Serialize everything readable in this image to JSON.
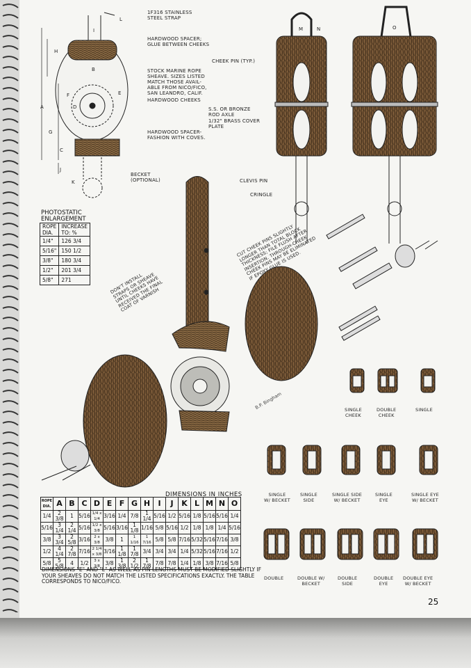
{
  "labels": {
    "strap": "1F316 STAINLESS\nSTEEL STRAP",
    "spacer_top": "HARDWOOD SPACER;\nGLUE BETWEEN CHEEKS",
    "sheave": "STOCK MARINE ROPE\nSHEAVE. SIZES LISTED\nMATCH THOSE AVAIL-\nABLE FROM NICO/FICO,\nSAN LEANDRO, CALIF.",
    "cheeks": "HARDWOOD CHEEKS",
    "spacer_bottom": "HARDWOOD SPACER-\nFASHION WITH COVES.",
    "becket": "BECKET\n(OPTIONAL)",
    "cheek_pin": "CHEEK PIN (TYP.)",
    "axle": "S.S. OR BRONZE\nROD AXLE",
    "cover_plate": "1/32\" BRASS COVER\nPLATE",
    "clevis": "CLEVIS PIN",
    "cringle": "CRINGLE",
    "dont_install": "DON'T INSTALL\nSTRAPS OR SHEAVE\nUNTIL CHEEKS HAVE\nRECEIVED THE FINAL\nCOAT OF VARNISH",
    "cut_pins": "CUT CHEEK PINS SLIGHTLY\nLONGER THAN TOTAL BLOCK\nTHICKNESS; FILE FLUSH AFTER\nINSERTION. THROUGH-CHEEK\nCHEEK PINS MAY BE ELIMINATED\nIF EPOXY GLUE IS USED.",
    "signature": "B.P. Bingham"
  },
  "dims": {
    "I": "I",
    "L": "L",
    "M": "M",
    "N": "N",
    "O": "O",
    "H": "H",
    "A": "A",
    "B": "B",
    "E": "E",
    "F": "F",
    "D": "D",
    "G": "G",
    "C": "C",
    "J": "J",
    "K": "K"
  },
  "photostat": {
    "title": "PHOTOSTATIC\nENLARGEMENT",
    "headers": [
      "ROPE\nDIA.",
      "INCREASE\nTO: %"
    ],
    "rows": [
      [
        "1/4\"",
        "126 3/4"
      ],
      [
        "5/16\"",
        "150 1/2"
      ],
      [
        "3/8\"",
        "180 3/4"
      ],
      [
        "1/2\"",
        "201 3/4"
      ],
      [
        "5/8\"",
        "271"
      ]
    ]
  },
  "dimensions": {
    "title": "DIMENSIONS IN INCHES",
    "headers": [
      "ROPE DIA.",
      "A",
      "B",
      "C",
      "D",
      "E",
      "F",
      "G",
      "H",
      "I",
      "J",
      "K",
      "L",
      "M",
      "N",
      "O"
    ],
    "rows": [
      [
        "1/4",
        "2 3/8",
        "1",
        "5/16",
        "1/4 x 1/4",
        "3/16",
        "1/4",
        "7/8",
        "1 1/4",
        "5/16",
        "1/2",
        "5/16",
        "1/8",
        "5/16",
        "5/16",
        "1/4"
      ],
      [
        "5/16",
        "3 1/4",
        "2 1/4",
        "5/16",
        "1/2 x 3/8",
        "5/16",
        "3/16",
        "1 1/8",
        "1/16",
        "5/8",
        "5/16",
        "1/2",
        "1/8",
        "1/8",
        "1/4",
        "5/16"
      ],
      [
        "3/8",
        "3 3/4",
        "2 5/8",
        "3/16",
        "2 x 3/8",
        "3/8",
        "1",
        "1 1/16",
        "1 7/16",
        "5/8",
        "5/8",
        "7/16",
        "5/32",
        "5/16",
        "7/16",
        "3/8"
      ],
      [
        "1/2",
        "4 1/4",
        "2 7/8",
        "7/16",
        "2 1/4 x 3/8",
        "3/16",
        "1 1/8",
        "1 7/8",
        "3/4",
        "3/4",
        "3/4",
        "1/4",
        "5/32",
        "5/16",
        "7/16",
        "1/2"
      ],
      [
        "5/8",
        "5 5/8",
        "4",
        "1/2",
        "3 x 3/8",
        "3/8",
        "1 3/8",
        "2 1/2",
        "1 7/8",
        "7/8",
        "7/8",
        "1/4",
        "1/8",
        "3/8",
        "7/16",
        "5/8"
      ]
    ]
  },
  "note": "DIMENSIONS \"E\" AND \"L\" AS WELL AS PIN LENGTHS MUST BE MODIFIED SLIGHTLY IF YOUR SHEAVES DO NOT MATCH THE LISTED SPECIFICATIONS EXACTLY. THE TABLE CORRESPONDS TO NICO/FICO.",
  "variants_top": [
    "SINGLE\nCHEEK",
    "DOUBLE\nCHEEK",
    "SINGLE"
  ],
  "variants_mid": [
    "SINGLE\nW/ BECKET",
    "SINGLE\nSIDE",
    "SINGLE SIDE\nW/ BECKET",
    "SINGLE\nEYE",
    "SINGLE EYE\nW/ BECKET"
  ],
  "variants_bot": [
    "DOUBLE",
    "DOUBLE W/\nBECKET",
    "DOUBLE\nSIDE",
    "DOUBLE\nEYE",
    "DOUBLE EYE\nW/ BECKET"
  ],
  "page_number": "25"
}
